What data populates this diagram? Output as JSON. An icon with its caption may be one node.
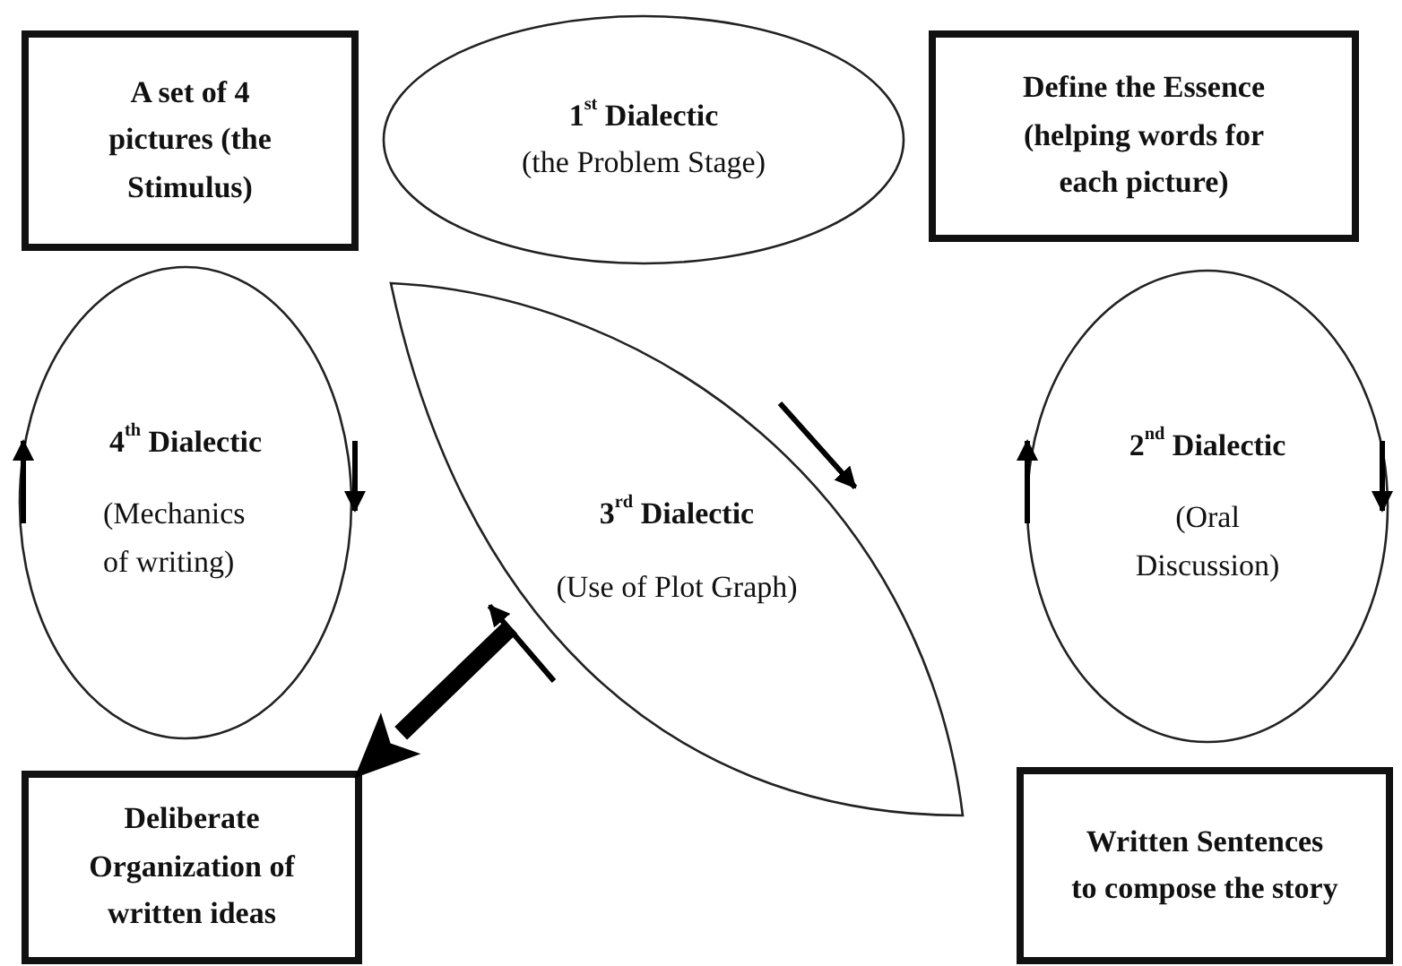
{
  "diagram": {
    "nodes": [
      {
        "text": [
          "A set of 4 pictures (the Stimulus)"
        ]
      },
      {
        "text": [
          "1$^{st}$ Dialectic",
          "(the Problem Stage)"
        ]
      },
      {
        "text": [
          "Define the Essence (helping words for each picture)"
        ]
      },
      {
        "text": [
          "4$^{th}$ Dialectic",
          "(Mechanics of writing)"
        ]
      },
      {
        "text": [
          "3$^{rd}$ Dialectic",
          "(Use of Plot Graph)"
        ]
      },
      {
        "text": [
          "2$^{nd}$ Dialectic",
          "(Oral Discussion)"
        ]
      },
      {
        "text": [
          "Deliberate Organization of written ideas"
        ]
      },
      {
        "text": [
          "Written Sentences to compose the story"
        ]
      }
    ],
    "edges": [
      {
        "from": 4,
        "to": 6,
        "arrow": "to"
      }
    ]
  }
}
